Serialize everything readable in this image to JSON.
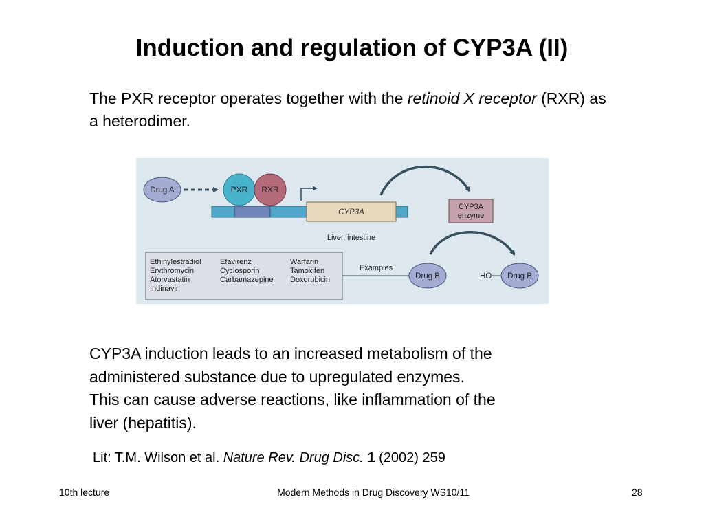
{
  "slide": {
    "title": "Induction and regulation of CYP3A (II)",
    "intro": {
      "part1": "The PXR receptor operates together with the ",
      "italic1": "retinoid X receptor",
      "part2": " (RXR) as a heterodimer."
    },
    "body_lines": [
      "CYP3A induction leads to an increased metabolism of the",
      "administered substance due to upregulated enzymes.",
      "This can cause adverse reactions, like inflammation of the",
      "liver (hepatitis)."
    ],
    "lit": {
      "prefix": "Lit: T.M. Wilson et al. ",
      "journal": "Nature Rev. Drug Disc.",
      "volume": "1",
      "rest": " (2002) 259"
    }
  },
  "figure": {
    "drug_a": "Drug A",
    "pxr": "PXR",
    "rxr": "RXR",
    "gene": "CYP3A",
    "enzyme_line1": "CYP3A",
    "enzyme_line2": "enzyme",
    "tissue": "Liver, intestine",
    "examples_label": "Examples",
    "drug_b": "Drug B",
    "drug_b_oh": "Drug B",
    "ho": "HO",
    "examples": [
      [
        "Ethinylestradiol",
        "Efavirenz",
        "Warfarin"
      ],
      [
        "Erythromycin",
        "Cyclosporin",
        "Tamoxifen"
      ],
      [
        "Atorvastatin",
        "Carbamazepine",
        "Doxorubicin"
      ],
      [
        "Indinavir",
        "",
        ""
      ]
    ],
    "colors": {
      "background": "#dde7ee",
      "drug": "#a3add4",
      "pxr": "#48b2cc",
      "rxr": "#b46a78",
      "dna": "#4fa6c8",
      "gene": "#ead8bc",
      "enzyme": "#c6a2ac",
      "arrow": "#37505e",
      "examples_box": "#dcdfe8"
    }
  },
  "footer": {
    "left": "10th lecture",
    "center": "Modern Methods in Drug Discovery WS10/11",
    "right": "28"
  }
}
